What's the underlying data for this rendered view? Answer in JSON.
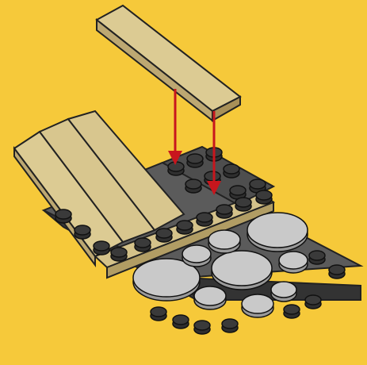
{
  "diagram": {
    "kind": "brick-building-instruction-step",
    "background": "#f6c93a",
    "colors": {
      "tile": "#dccb93",
      "tile_top": "#e7d7a6",
      "tile_side": "#bda872",
      "dark_plate": "#4b4b4b",
      "dark_plate_top": "#5b5b5b",
      "dark_stud": "#2f2f2f",
      "light_round": "#c9c9c9",
      "arrow": "#c8161d",
      "outline": "#222222"
    },
    "parts": [
      {
        "id": "tile-plank",
        "color": "tan",
        "shape": "1x6-tile",
        "state": "being-added"
      },
      {
        "id": "tan-tile-floor",
        "color": "tan",
        "shape": "3x6-tiles",
        "state": "placed"
      },
      {
        "id": "dark-gray-base-plate",
        "color": "dark-gray",
        "shape": "plate",
        "state": "placed"
      },
      {
        "id": "light-gray-round-tiles",
        "color": "light-gray",
        "shape": "round-tiles",
        "state": "placed"
      }
    ],
    "arrows": [
      {
        "id": "arrow-left",
        "direction": "down",
        "color": "#c8161d"
      },
      {
        "id": "arrow-right",
        "direction": "down",
        "color": "#c8161d"
      }
    ]
  }
}
